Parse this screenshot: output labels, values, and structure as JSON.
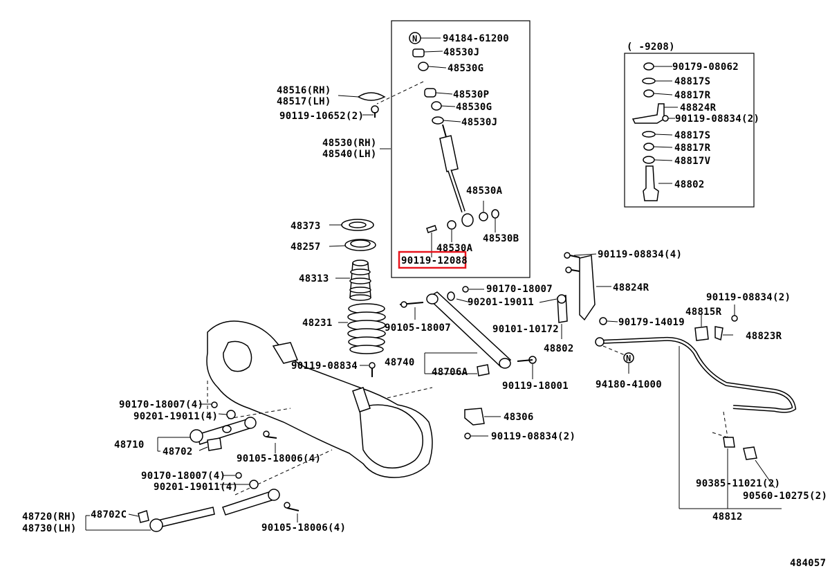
{
  "diagram_id": "484057",
  "highlight_color": "#e8141c",
  "inset_header": "( -9208)",
  "labels": {
    "l94184_61200": "94184-61200",
    "l48530J_a": "48530J",
    "l48530G_a": "48530G",
    "l48530P": "48530P",
    "l48530G_b": "48530G",
    "l48530J_b": "48530J",
    "l48516": "48516(RH)",
    "l48517": "48517(LH)",
    "l90119_10652": "90119-10652(2)",
    "l48530": "48530(RH)",
    "l48540": "48540(LH)",
    "l48530A_a": "48530A",
    "l48530A_b": "48530A",
    "l48530B": "48530B",
    "l90119_12088": "90119-12088",
    "l48373": "48373",
    "l48257": "48257",
    "l48313": "48313",
    "l48231": "48231",
    "l90119_08834_a": "90119-08834",
    "l90179_08062": "90179-08062",
    "l48817S_a": "48817S",
    "l48817R_a": "48817R",
    "l48824R_a": "48824R",
    "l90119_08834_b": "90119-08834(2)",
    "l48817S_b": "48817S",
    "l48817R_b": "48817R",
    "l48817V": "48817V",
    "l48802_a": "48802",
    "l90119_08834_c": "90119-08834(4)",
    "l48824R_b": "48824R",
    "l90170_18007_a": "90170-18007",
    "l90201_19011_a": "90201-19011",
    "l90105_18007": "90105-18007",
    "l90101_10172": "90101-10172",
    "l90179_14019": "90179-14019",
    "l48802_b": "48802",
    "l90119_08834_d": "90119-08834(2)",
    "l48815R": "48815R",
    "l48823R": "48823R",
    "l48740": "48740",
    "l48706A": "48706A",
    "l90119_18001": "90119-18001",
    "l94180_41000": "94180-41000",
    "l90170_18007_b": "90170-18007(4)",
    "l90201_19011_b": "90201-19011(4)",
    "l48710": "48710",
    "l48702": "48702",
    "l90105_18006_a": "90105-18006(4)",
    "l48306": "48306",
    "l90119_08834_e": "90119-08834(2)",
    "l90170_18007_c": "90170-18007(4)",
    "l90201_19011_c": "90201-19011(4)",
    "l48720": "48720(RH)",
    "l48730": "48730(LH)",
    "l48702C": "48702C",
    "l90105_18006_b": "90105-18006(4)",
    "l90385_11021": "90385-11021(2)",
    "l90560_10275": "90560-10275(2)",
    "l48812": "48812"
  }
}
